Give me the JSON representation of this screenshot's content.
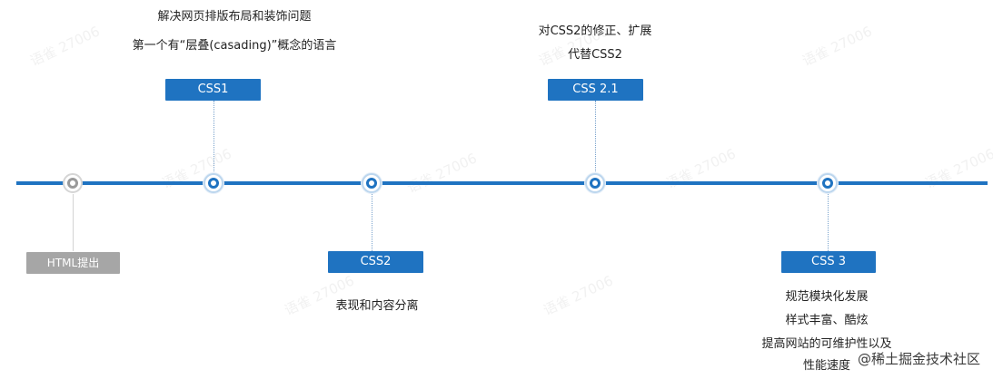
{
  "milestones": [
    {
      "label": "HTML提出",
      "desc": []
    },
    {
      "label": "CSS1",
      "desc": [
        "解决网页排版布局和装饰问题",
        "第一个有“层叠(casading)”概念的语言"
      ]
    },
    {
      "label": "CSS2",
      "desc": [
        "表现和内容分离"
      ]
    },
    {
      "label": "CSS 2.1",
      "desc": [
        "对CSS2的修正、扩展",
        "代替CSS2"
      ]
    },
    {
      "label": "CSS 3",
      "desc": [
        "规范模块化发展",
        "样式丰富、酷炫",
        "提高网站的可维护性以及",
        "性能速度"
      ]
    }
  ],
  "watermark_text": "语雀 27006",
  "brand_text": "@稀土掘金技术社区",
  "colors": {
    "accent": "#1f73c1",
    "inactive": "#a6a6a6"
  }
}
